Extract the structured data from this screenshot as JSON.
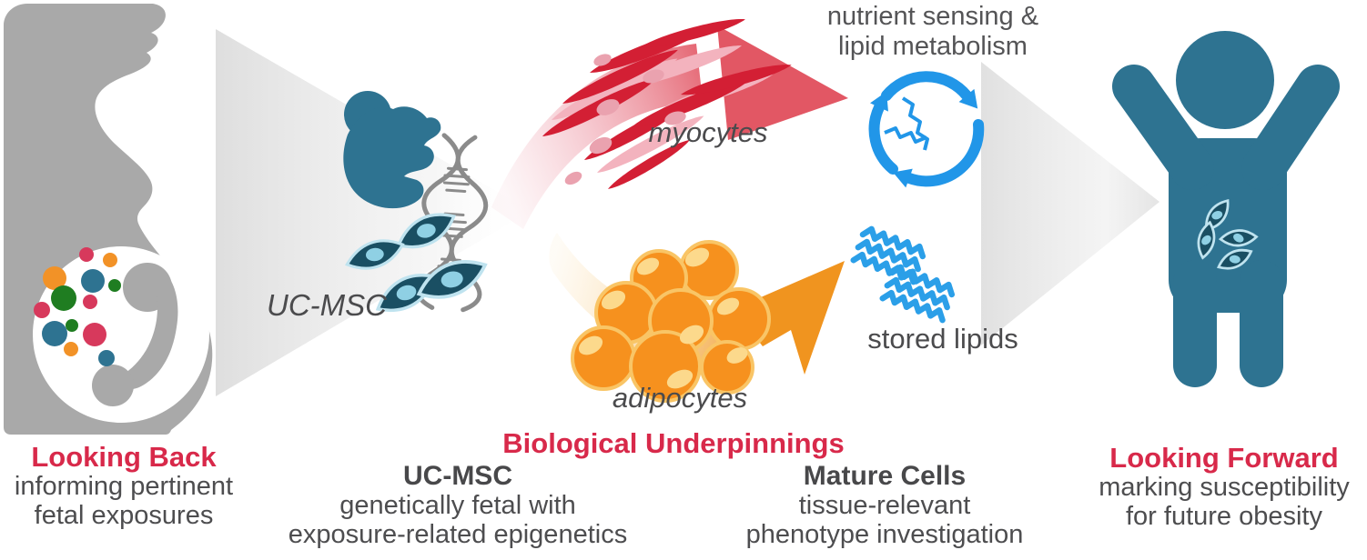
{
  "colors": {
    "accent_red": "#d8294a",
    "text_dark": "#4d4d4f",
    "label_gray": "#4b4b4d",
    "silhouette_gray": "#a9a9a9",
    "womb_white": "#ffffff",
    "teal": "#2e7391",
    "cell_dark_teal": "#1a4f63",
    "cell_outline_blue": "#bfe3ef",
    "cell_nucleus_blue": "#8fd0e4",
    "dna_gray": "#8b8b8b",
    "myocyte_red": "#d31f34",
    "myocyte_pink": "#f3b3be",
    "myocyte_nucleus": "#eaa2af",
    "arrow_rose": "#e25764",
    "adipocyte_orange": "#f6911e",
    "adipocyte_outline": "#f9c566",
    "adipocyte_highlight": "#fcd98c",
    "arrow_orange": "#f0941f",
    "cycle_blue": "#2196e8",
    "lipid_blue": "#2b9fe8",
    "dot_red": "#d7395c",
    "dot_orange": "#f29227",
    "dot_green": "#1f7d21",
    "dot_teal": "#2e7391"
  },
  "art_labels": {
    "uc_msc": "UC-MSC",
    "myocytes": "myocytes",
    "adipocytes": "adipocytes",
    "stored_lipids": "stored lipids",
    "nutrient_line1": "nutrient sensing &",
    "nutrient_line2": "lipid metabolism"
  },
  "captions": {
    "looking_back": {
      "title": "Looking Back",
      "line1": "informing pertinent",
      "line2": "fetal exposures"
    },
    "biological": {
      "title": "Biological Underpinnings"
    },
    "uc_msc_column": {
      "title": "UC-MSC",
      "line1": "genetically fetal with",
      "line2": "exposure-related epigenetics"
    },
    "mature_column": {
      "title": "Mature Cells",
      "line1": "tissue-relevant",
      "line2": "phenotype investigation"
    },
    "looking_forward": {
      "title": "Looking Forward",
      "line1": "marking susceptibility",
      "line2": "for future obesity"
    }
  },
  "icons": {
    "pregnant-woman-silhouette": "gray pregnant woman profile with fetus in womb",
    "exposure-dots": "colored exposure dots",
    "fetus-icon": "teal fetus",
    "dna-helix-icon": "gray double helix",
    "msc-cells-icon": "leaf-shaped stem cells",
    "myocytes-arrow": "red arrow",
    "myocyte-cells-icon": "red muscle fibers",
    "metabolism-cycle-icon": "blue circular arrows with lipid chains",
    "adipocytes-arrow": "orange arrow",
    "adipocyte-cells-icon": "orange fat cells",
    "stored-lipids-icon": "blue zigzag lipid chains",
    "child-icon": "teal child with raised arms",
    "belly-cells-icon": "leaf cells on child belly",
    "flow-chevron": "gray gradient flow arrow"
  }
}
